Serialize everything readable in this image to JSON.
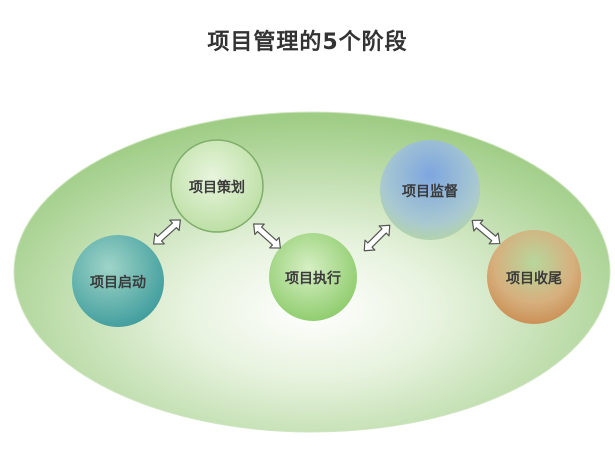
{
  "title": "项目管理的5个阶段",
  "stages": [
    {
      "id": "initiation",
      "label": "项目启动"
    },
    {
      "id": "planning",
      "label": "项目策划"
    },
    {
      "id": "execution",
      "label": "项目执行"
    },
    {
      "id": "monitoring",
      "label": "项目监督"
    },
    {
      "id": "closing",
      "label": "项目收尾"
    }
  ],
  "colors": {
    "ellipse_center": "#ffffff",
    "ellipse_edge": "#a3d08a",
    "initiation": "#4aa8a8",
    "planning": "#c6e6b3",
    "execution": "#9bd37b",
    "monitoring": "#7fa8d8",
    "closing": "#d79a5e",
    "arrow": "#ffffff",
    "arrow_stroke": "#555555"
  }
}
